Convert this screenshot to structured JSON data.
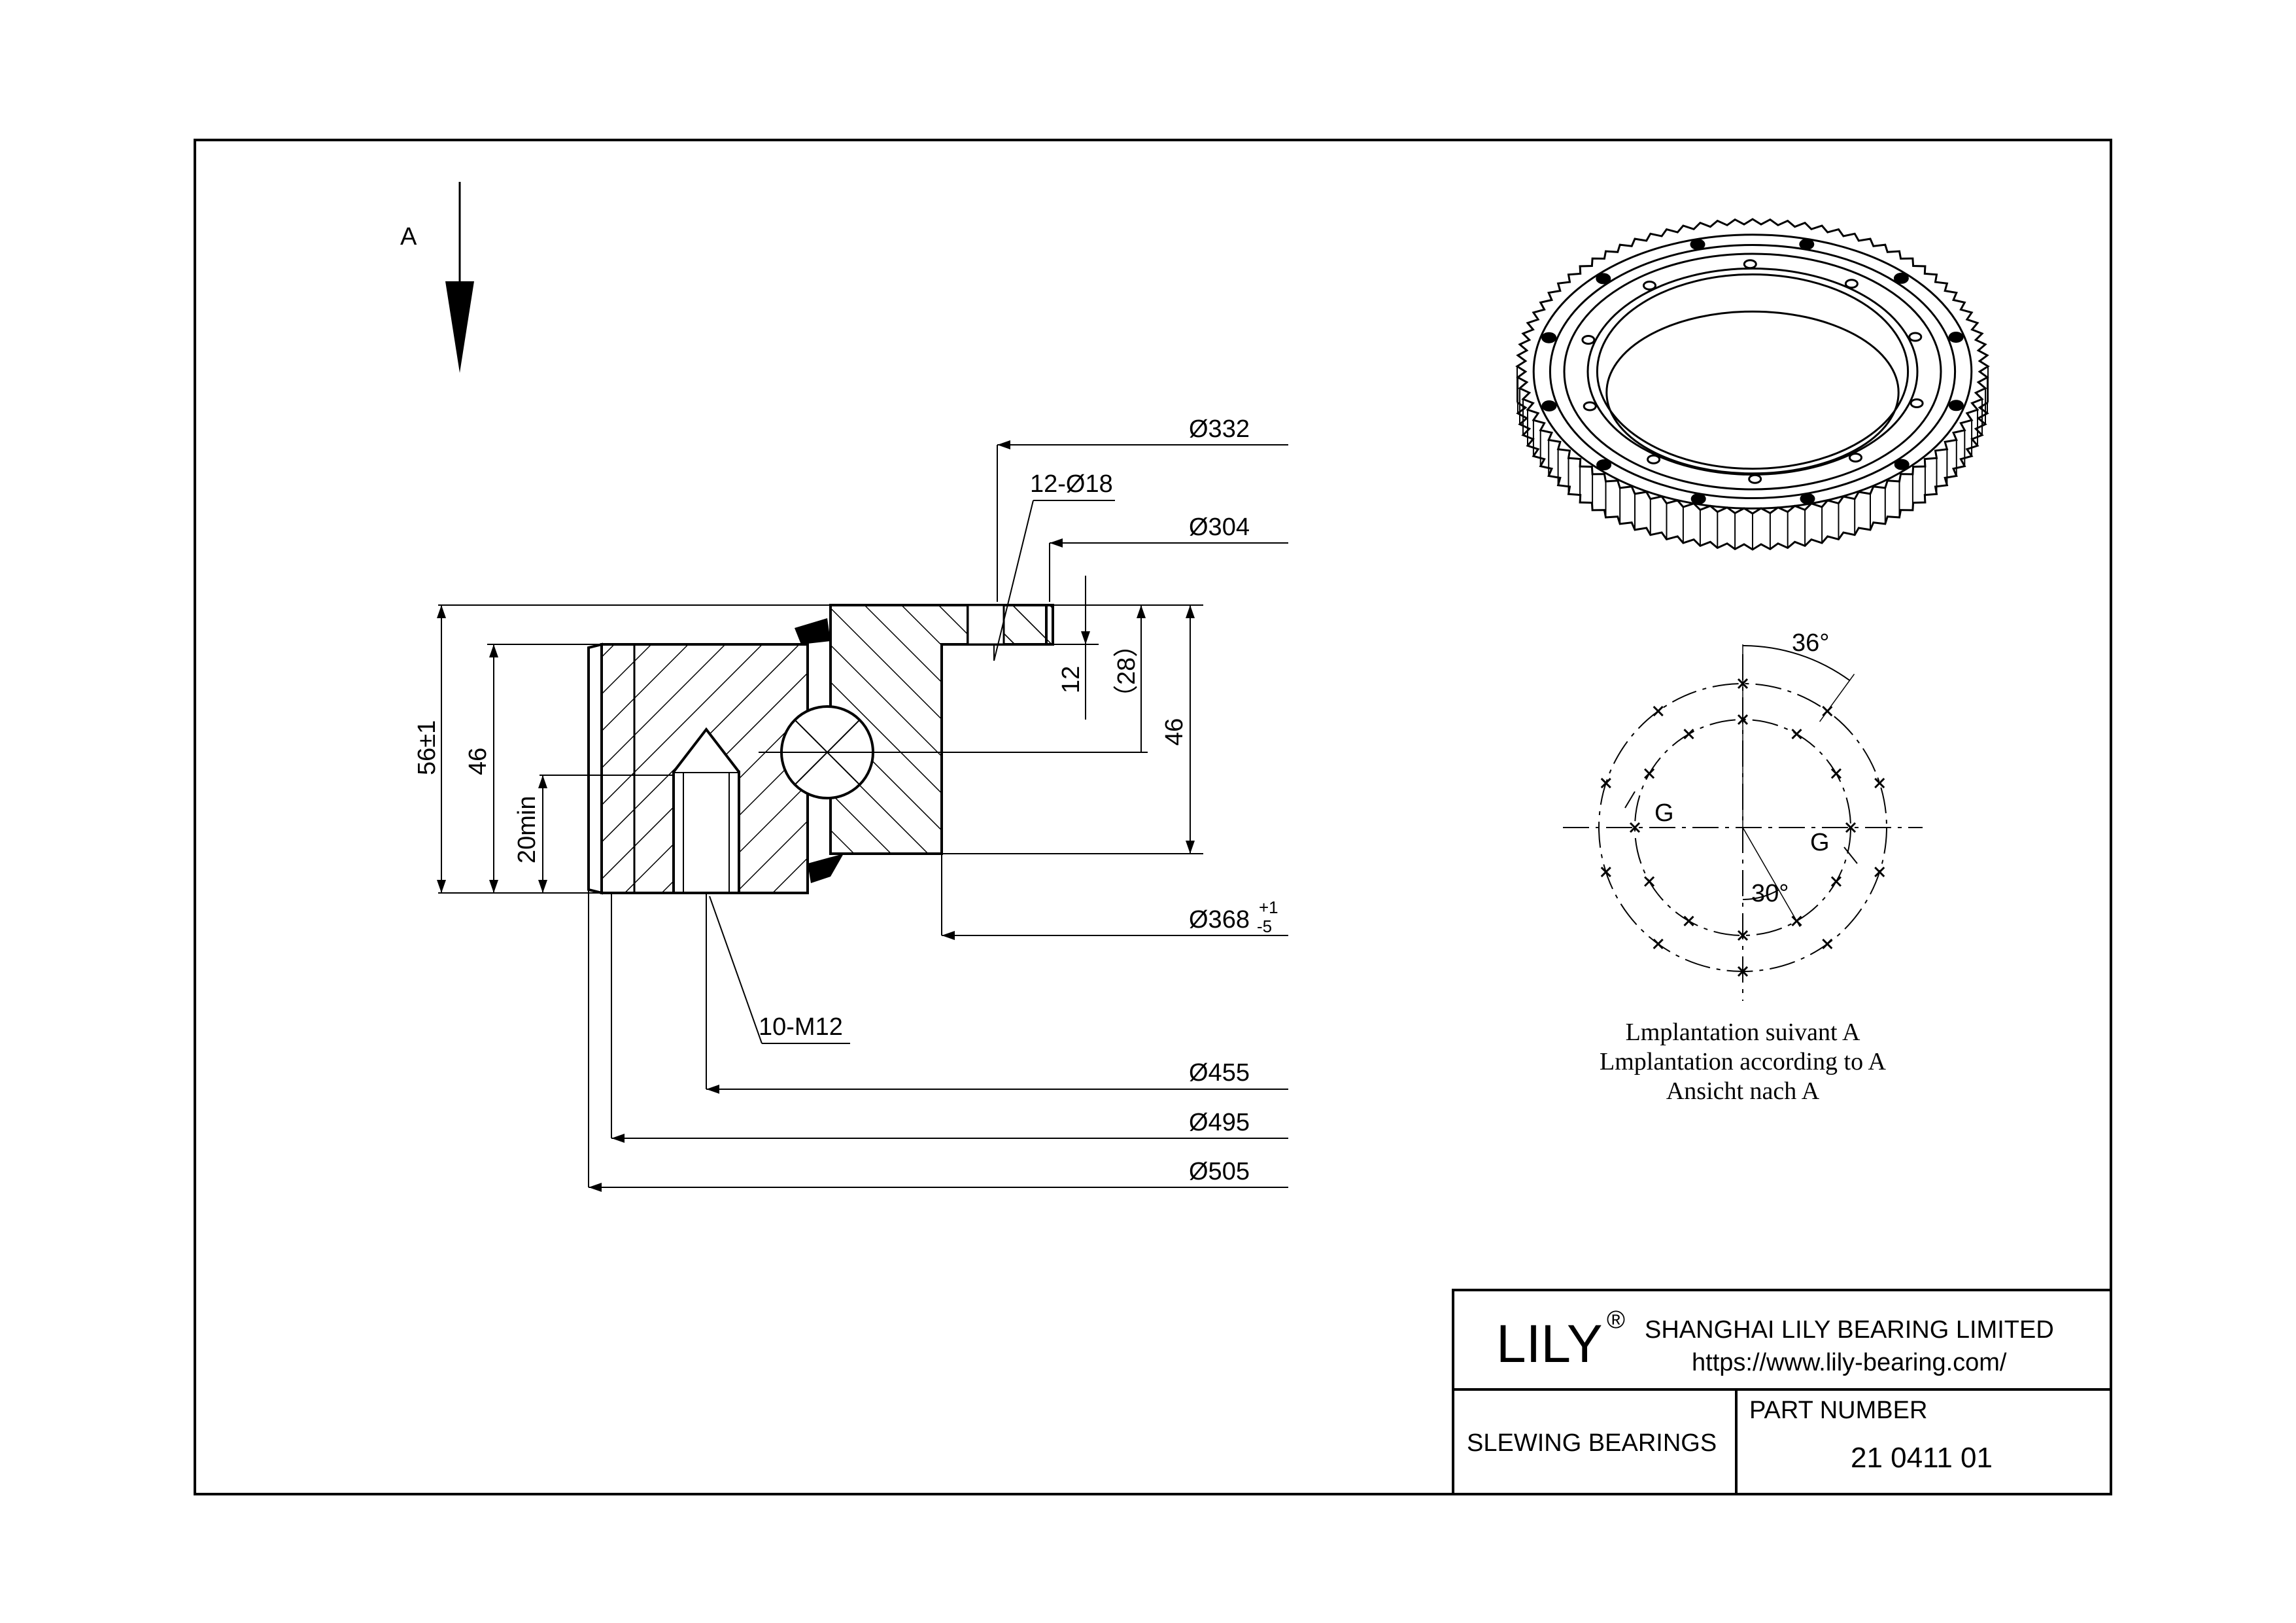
{
  "drawing": {
    "view_arrow_label": "A",
    "dims": {
      "d332": "Ø332",
      "hole_spec": "12-Ø18",
      "d304": "Ø304",
      "h12": "12",
      "h28": "（28）",
      "h46_right": "46",
      "h56": "56±1",
      "h46_left": "46",
      "h20min": "20min",
      "d368": "Ø368",
      "d368_tol_upper": "+1",
      "d368_tol_lower": "-5",
      "thread_spec": "10-M12",
      "d455": "Ø455",
      "d495": "Ø495",
      "d505": "Ø505"
    },
    "layout_view": {
      "angle_top": "36°",
      "angle_bottom": "30°",
      "label_g_left": "G",
      "label_g_right": "G",
      "caption_fr": "Lmplantation suivant A",
      "caption_en": "Lmplantation according to A",
      "caption_de": "Ansicht nach A"
    }
  },
  "title_block": {
    "logo": "LILY",
    "registered": "®",
    "company": "SHANGHAI LILY BEARING LIMITED",
    "website": "https://www.lily-bearing.com/",
    "category": "SLEWING BEARINGS",
    "part_number_label": "PART  NUMBER",
    "part_number": "21 0411 01"
  }
}
